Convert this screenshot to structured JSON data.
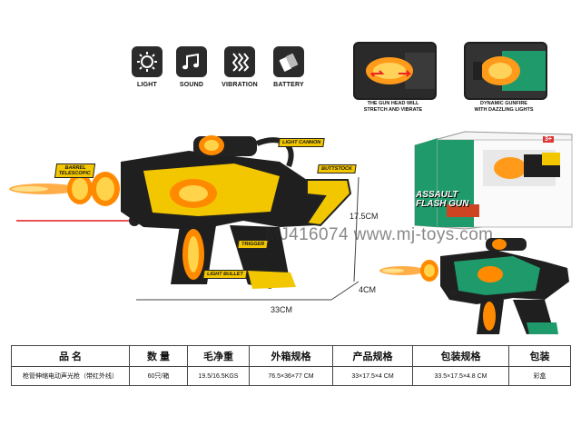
{
  "features": [
    {
      "icon": "light-icon",
      "label": "LIGHT"
    },
    {
      "icon": "sound-icon",
      "label": "SOUND"
    },
    {
      "icon": "vibration-icon",
      "label": "VIBRATION"
    },
    {
      "icon": "battery-icon",
      "label": "BATTERY"
    }
  ],
  "insets": [
    {
      "caption_line1": "THE GUN HEAD WILL",
      "caption_line2": "STRETCH AND VIBRATE"
    },
    {
      "caption_line1": "DYNAMIC GUNFIRE",
      "caption_line2": "WITH DAZZLING LIGHTS"
    }
  ],
  "callouts": {
    "barrel_line1": "BARREL",
    "barrel_line2": "TELESCOPIC",
    "light_cannon": "LIGHT CANNON",
    "buttstock": "BUTTSTOCK",
    "trigger": "TRIGGER",
    "light_bullet": "LIGHT BULLET"
  },
  "box": {
    "line1": "ASSAULT",
    "line2": "FLASH GUN",
    "age": "3+"
  },
  "dimensions": {
    "height": "17.5CM",
    "depth": "4CM",
    "length": "33CM"
  },
  "watermark": "MJ416074 www.mj-toys.com",
  "colors": {
    "yellow": "#f3c700",
    "green": "#1f9a6a",
    "body": "#1f1f1f",
    "flame": "#ff9a1a"
  },
  "table": {
    "headers": [
      "品 名",
      "数 量",
      "毛净重",
      "外箱规格",
      "产品规格",
      "包装规格",
      "包装"
    ],
    "row": [
      "枪管伸缩电动声光枪（带红外线）",
      "60只/箱",
      "19.5/16.5KGS",
      "76.5×36×77 CM",
      "33×17.5×4 CM",
      "33.5×17.5×4.8 CM",
      "彩盒"
    ]
  }
}
